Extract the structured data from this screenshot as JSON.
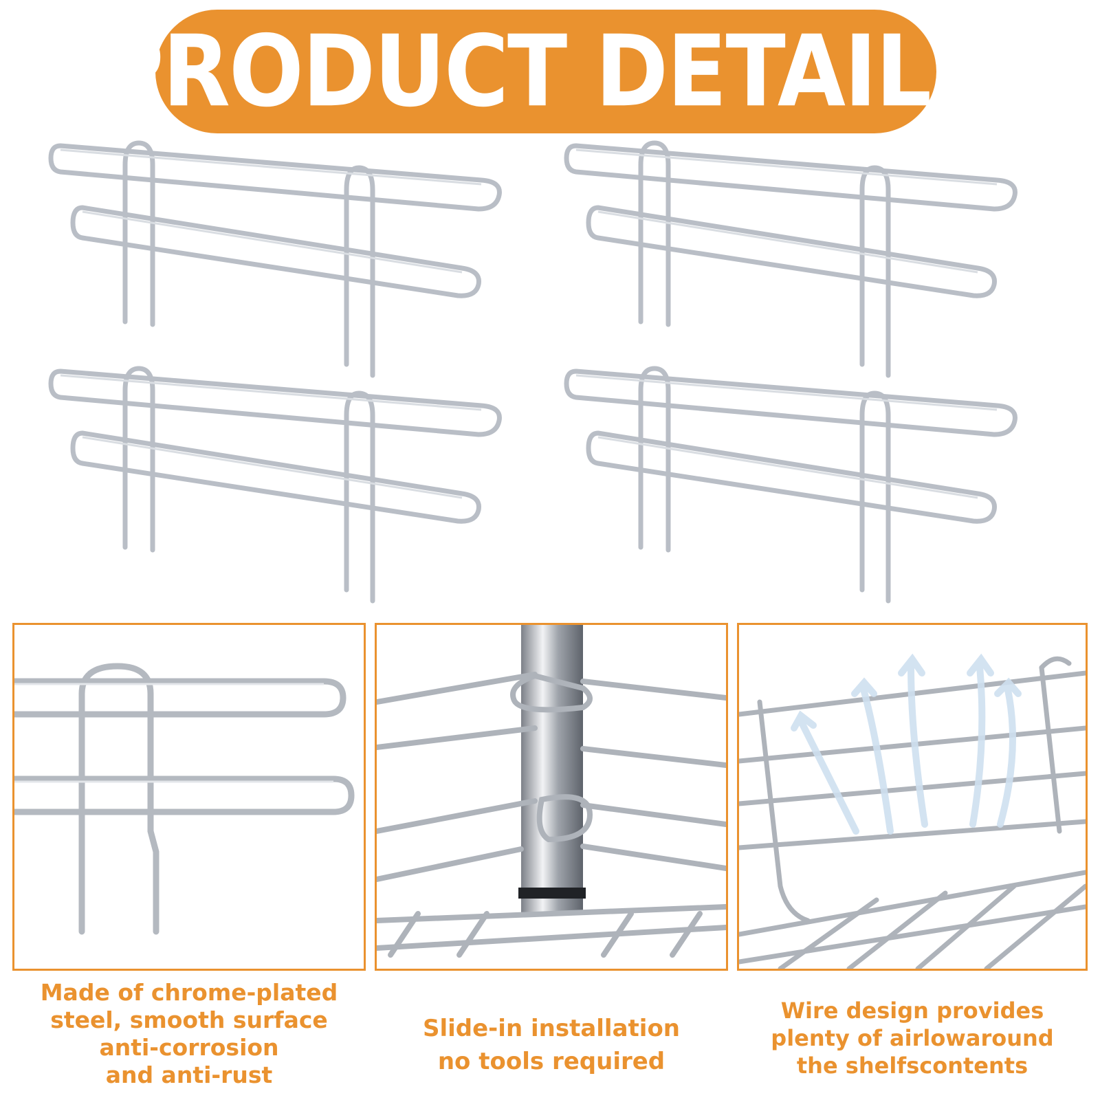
{
  "banner": {
    "title": "PRODUCT DETAILS"
  },
  "colors": {
    "accent": "#ea922f",
    "text_on_accent": "#ffffff",
    "chrome": "#b9bec6"
  },
  "products": [
    {
      "name": "shelf-ledge-1"
    },
    {
      "name": "shelf-ledge-2"
    },
    {
      "name": "shelf-ledge-3"
    },
    {
      "name": "shelf-ledge-4"
    }
  ],
  "details": [
    {
      "caption_lines": [
        "Made of chrome-plated",
        "steel, smooth surface",
        "anti-corrosion",
        "and anti-rust"
      ]
    },
    {
      "caption_lines": [
        "Slide-in installation",
        "no tools required"
      ]
    },
    {
      "caption_lines": [
        "Wire design provides",
        "plenty of airlowaround",
        "the shelfscontents"
      ]
    }
  ]
}
